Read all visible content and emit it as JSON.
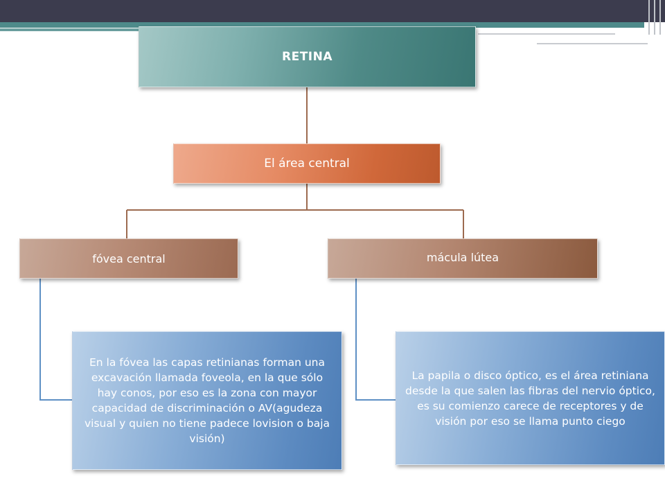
{
  "diagram": {
    "root": {
      "label": "RETINA"
    },
    "level1": {
      "label": "El área central"
    },
    "branches": [
      {
        "label": "fóvea central",
        "detail": "En la fóvea las capas retinianas forman una excavación llamada foveola, en la que sólo hay conos, por eso es la zona con mayor capacidad de discriminación o AV(agudeza visual y quien no tiene padece lovision o baja visión)"
      },
      {
        "label": "mácula lútea",
        "detail": "La papila o disco óptico, es el área retiniana desde la que salen las fibras del nervio óptico, es su comienzo carece de receptores y de visión por eso se llama punto ciego"
      }
    ]
  },
  "colors": {
    "topbar": "#3c3c4e",
    "accent": "#4e8a8a",
    "root_box": "#4f8a87",
    "level1_box": "#d0683a",
    "branch_box": "#9b6a52",
    "detail_box": "#5d8bc1",
    "connector_brown": "#9c6a4f",
    "connector_blue": "#5d8fc4"
  }
}
